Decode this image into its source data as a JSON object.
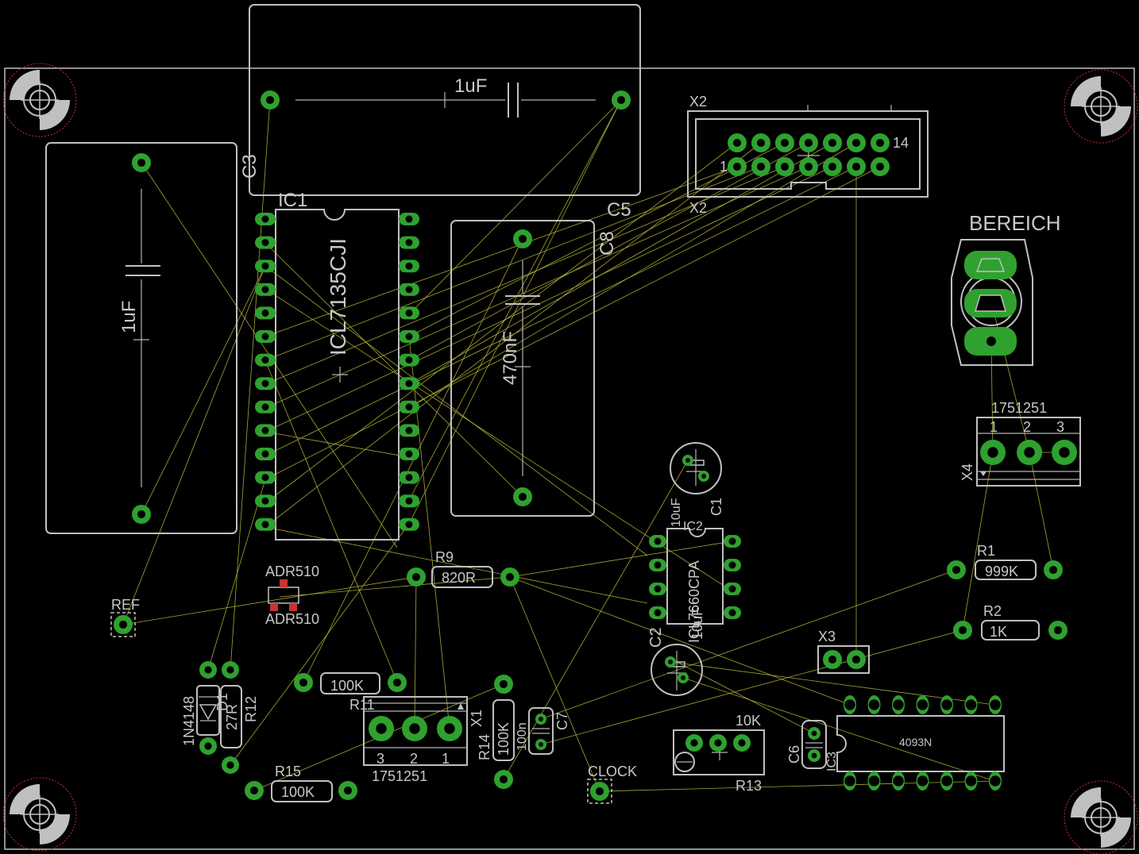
{
  "board": {
    "colors": {
      "background": "#000000",
      "silk": "#c0c0c0",
      "pad": "#2fa12f",
      "airwire": "#b8b83a",
      "mount_red": "#c83232",
      "smd_red": "#c83232"
    },
    "parts": {
      "c3_value": "1uF",
      "c3_name": "C3",
      "c5_value": "1uF",
      "c5_name": "C5",
      "ic1_name": "IC1",
      "ic1_value": "ICL7135CJI",
      "c8_name": "C8",
      "c8_value": "470nF",
      "x2_name_top": "X2",
      "x2_name_bottom": "X2",
      "x2_pin1": "1",
      "x2_pin14": "14",
      "bereich": "BEREICH",
      "x4_value": "1751251",
      "x4_name": "X4",
      "x4_p1": "1",
      "x4_p2": "2",
      "x4_p3": "3",
      "r1_name": "R1",
      "r1_value": "999K",
      "r2_name": "R2",
      "r2_value": "1K",
      "x3_name": "X3",
      "c1_name": "C1",
      "c1_value": "10uF",
      "ic2_name": "IC2",
      "ic2_value": "ICL7660CPA",
      "c2_name": "C2",
      "c2_value": "10uF",
      "ic3_name": "IC3",
      "ic3_value": "4093N",
      "c6_name": "C6",
      "r13_name": "R13",
      "r13_value": "10K",
      "clock": "CLOCK",
      "ref": "REF",
      "adr_top": "ADR510",
      "adr_bottom": "ADR510",
      "r9_name": "R9",
      "r9_value": "820R",
      "r11_name": "R11",
      "r11_value": "100K",
      "x1_name": "X1",
      "x1_value": "1751251",
      "x1_p1": "1",
      "x1_p2": "2",
      "x1_p3": "3",
      "r14_name": "R14",
      "r14_value": "100K",
      "c7_name": "C7",
      "c7_value": "100n",
      "d1_name": "D1",
      "d1_value": "1N4148",
      "r12_name": "R12",
      "r12_value": "27R",
      "r15_name": "R15",
      "r15_value": "100K"
    }
  }
}
